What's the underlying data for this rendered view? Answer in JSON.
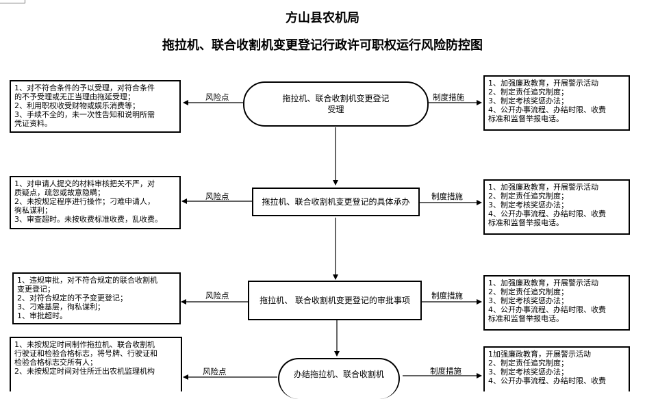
{
  "header": {
    "org": "方山县农机局",
    "title": "拖拉机、联合收割机变更登记行政许可职权运行风险防控图"
  },
  "labels": {
    "risk": "风险点",
    "measures": "制度措施"
  },
  "steps": [
    {
      "process": [
        "拖拉机、联合收割机变更登记",
        "受理"
      ],
      "risks": [
        "1、对不符合条件的予以受理，对符合条件",
        "的不予受理或无正当理由拖延受理；",
        "2、利用职权收受财物或娱乐消费等；",
        "3、手续不全的，未一次性告知和说明所需",
        "凭证资料。"
      ],
      "measures": [
        "1、加强廉政教育，开展警示活动",
        "2、制定责任追究制度；",
        "3、制定考核奖惩办法；",
        "4、公开办事流程、办结时限、收费",
        "标准和监督举报电话。"
      ]
    },
    {
      "process": [
        "拖拉机、联合收割机变更登记的具体承办"
      ],
      "risks": [
        "1、对申请人提交的材料审核把关不严，对",
        "质疑点，疏忽或故意隐瞒；",
        "2、未按规定程序进行操作；刁难申请人，",
        "徇私谋利；",
        "3、审查超时。未按收费标准收费，乱收费。"
      ],
      "measures": [
        "1、加强廉政教育，开展警示活动",
        "2、制定责任追究制度；",
        "3、制定考核奖惩办法；",
        "4、公开办事流程、办结时限、收费",
        "标准和监督举报电话。"
      ]
    },
    {
      "process": [
        "拖拉机、 联合收割机变更登记的审批事项"
      ],
      "risks": [
        "1、违规审批，对不符合规定的联合收割机",
        "变更登记；",
        "2、对符合规定的不予变更登记；",
        "3、刁难基层，徇私谋利；",
        "1、审批超时。"
      ],
      "measures": [
        "1、加强廉政教育，开展警示活动",
        "2、制定责任追究制度；",
        "3、制定考核奖惩办法；",
        "4、公开办事流程、办结时限、收费",
        "标准和监督举报电话。"
      ]
    },
    {
      "process": [
        "办结拖拉机、联合收割机"
      ],
      "risks": [
        "1、未按规定时间制作拖拉机、联合收割机",
        "行驶证和检验合格标志，将号牌、行驶证和",
        "检验合格标志交所有人；",
        "2、未按规定时间对住所迁出农机监理机构"
      ],
      "measures": [
        "1加强廉政教育，开展警示活动",
        "2、制定责任追究制度；",
        "3、制定考核奖惩办法；",
        "4、公开办事流程、办结时限、收费"
      ]
    }
  ]
}
